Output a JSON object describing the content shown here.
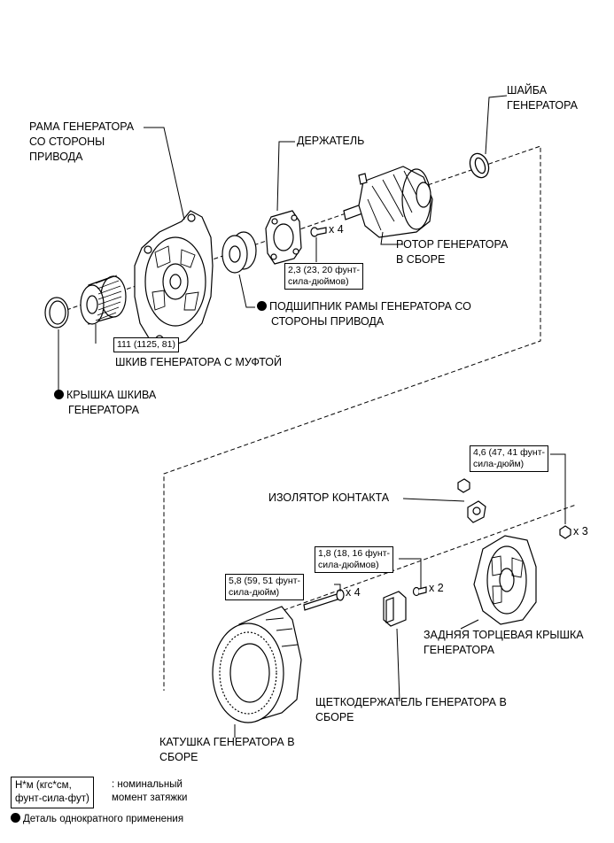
{
  "labels": {
    "drive_frame": [
      "РАМА ГЕНЕРАТОРА",
      "СО СТОРОНЫ",
      "ПРИВОДА"
    ],
    "holder": "ДЕРЖАТЕЛЬ",
    "washer": [
      "ШАЙБА",
      "ГЕНЕРАТОРА"
    ],
    "rotor": [
      "РОТОР ГЕНЕРАТОРА",
      "В СБОРЕ"
    ],
    "bearing": [
      "ПОДШИПНИК РАМЫ ГЕНЕРАТОРА СО",
      "СТОРОНЫ ПРИВОДА"
    ],
    "pulley": "ШКИВ ГЕНЕРАТОРА С МУФТОЙ",
    "pulley_cap": [
      "КРЫШКА ШКИВА",
      "ГЕНЕРАТОРА"
    ],
    "insulator": "ИЗОЛЯТОР КОНТАКТА",
    "rear_cover": [
      "ЗАДНЯЯ ТОРЦЕВАЯ КРЫШКА",
      "ГЕНЕРАТОРА"
    ],
    "brush_holder": [
      "ЩЕТКОДЕРЖАТЕЛЬ ГЕНЕРАТОРА В",
      "СБОРЕ"
    ],
    "coil": [
      "КАТУШКА ГЕНЕРАТОРА В",
      "СБОРЕ"
    ]
  },
  "torques": {
    "holder_screw": [
      "2,3 (23, 20 фунт-",
      "сила-дюймов)"
    ],
    "pulley_nut": "111 (1125, 81)",
    "rear_nut": [
      "4,6 (47, 41 фунт-",
      "сила-дюйм)"
    ],
    "brush_screw": [
      "1,8 (18, 16 фунт-",
      "сила-дюймов)"
    ],
    "through_bolt": [
      "5,8 (59, 51 фунт-",
      "сила-дюйм)"
    ]
  },
  "counts": {
    "holder_screw": "x 4",
    "rear_nut": "x 3",
    "brush_screw": "x 2",
    "through_bolt": "x 4"
  },
  "legend": {
    "unit_box": [
      "Н*м (кгс*см,",
      "фунт-сила-фут)"
    ],
    "unit_desc": [
      ": номинальный",
      "момент затяжки"
    ],
    "single_use": "Деталь однократного применения"
  }
}
